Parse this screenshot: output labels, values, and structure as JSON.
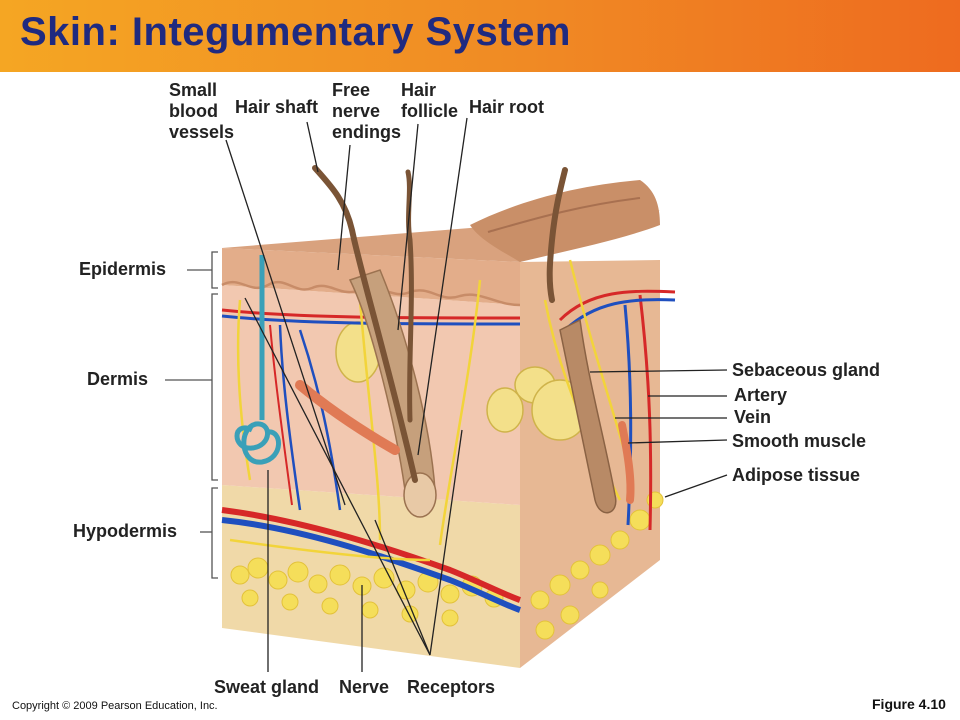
{
  "slide": {
    "title": "Skin: Integumentary System",
    "copyright": "Copyright © 2009 Pearson Education, Inc.",
    "figure": "Figure 4.10"
  },
  "labels": {
    "small_blood_vessels": [
      "Small",
      "blood",
      "vessels"
    ],
    "hair_shaft": "Hair shaft",
    "free_nerve_endings": [
      "Free",
      "nerve",
      "endings"
    ],
    "hair_follicle": [
      "Hair",
      "follicle"
    ],
    "hair_root": "Hair root",
    "epidermis": "Epidermis",
    "dermis": "Dermis",
    "hypodermis": "Hypodermis",
    "sebaceous_gland": "Sebaceous gland",
    "artery": "Artery",
    "vein": "Vein",
    "smooth_muscle": "Smooth muscle",
    "adipose_tissue": "Adipose tissue",
    "sweat_gland": "Sweat gland",
    "nerve": "Nerve",
    "receptors": "Receptors"
  },
  "colors": {
    "title": "#1f2a80",
    "header": "#f08a24",
    "skin": "#e8b795",
    "dermis": "#f2c8b0",
    "adipose": "#f5de5a",
    "artery": "#d62828",
    "vein": "#1f4fbf",
    "nerve": "#f2d43a",
    "sweat_gland": "#3aa0b8"
  }
}
